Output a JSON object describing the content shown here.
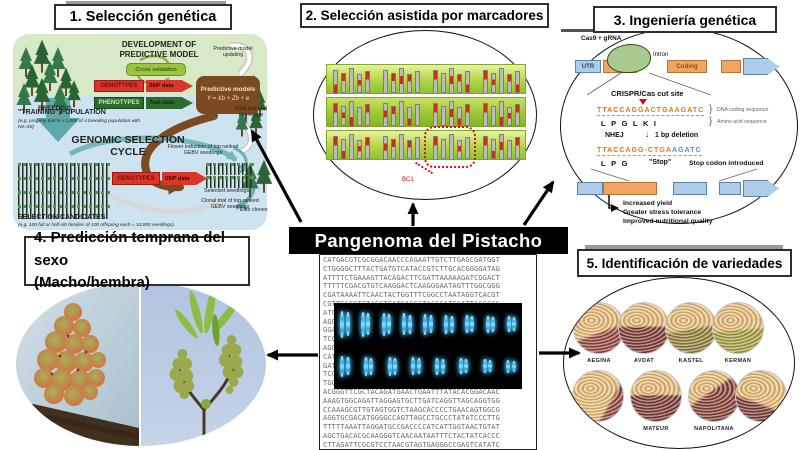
{
  "title_bar": {
    "text": "Pangenoma del Pistacho"
  },
  "sections": {
    "s1": {
      "header": "1. Selección genética",
      "dev_title": "DEVELOPMENT OF PREDICTIVE MODEL",
      "cross_validation": "Cross validation",
      "genotypes": "GENOTYPES",
      "snp_data": "SNP data",
      "phenotypes": "PHENOTYPES",
      "trait_data": "Trait data",
      "predictive_models": "Predictive models",
      "formula": "Y = Xb + Zb + e",
      "model_updating": "Predictive model updating",
      "field_trial": "Field trial and phenotype",
      "training_population": "\"TRAINING\" POPULATION",
      "training_note": "(e.g. progeny trial N ≈ 1,000 of a breeding population with Ne=50)",
      "breeding": "BREEDING",
      "cycle_title": "GENOMIC SELECTION CYCLE",
      "flower_induction": "Flower induction of top ranked GEBV seedlings",
      "selected_seedlings": "Selected seedlings",
      "clonal_trial": "Clonal trial of top ranked GEBV seedlings",
      "elite_clones": "Elite clones",
      "selection_candidates": "SELECTION CANDIDATES",
      "candidates_note": "(e.g. 100 full or half-sib families of 100 offspring each = 10,000 seedlings)"
    },
    "s2": {
      "header": "2. Selección asistida por marcadores",
      "callout_label": "BC1",
      "bands": [
        [
          [
            "b",
            "t",
            "g",
            "m",
            "t"
          ],
          [
            "g",
            "t",
            "m",
            "t",
            "g"
          ],
          [
            "t",
            "g",
            "m",
            "t",
            "b"
          ],
          [
            "t",
            "m",
            "g",
            "t",
            "b"
          ]
        ],
        [
          [
            "t",
            "m",
            "b",
            "g",
            "t"
          ],
          [
            "m",
            "t",
            "g",
            "b",
            "g"
          ],
          [
            "t",
            "g",
            "m",
            "b",
            "t"
          ],
          [
            "t",
            "g",
            "b",
            "m",
            "t"
          ]
        ],
        [
          [
            "t",
            "b",
            "g",
            "m",
            "t"
          ],
          [
            "m",
            "t",
            "g",
            "t",
            "g"
          ],
          [
            "t",
            "g",
            "g",
            "m",
            "g"
          ],
          [
            "t",
            "b",
            "m",
            "g",
            "t"
          ]
        ]
      ]
    },
    "s3": {
      "header": "3. Ingeniería genética",
      "cas_label": "Cas9 + gRNA",
      "utr": "UTR",
      "intron": "Intron",
      "coding": "Coding",
      "cut_site": "CRISPR/Cas cut site",
      "seq_before": "TTACCAGGACTGAAGATC",
      "dna_note": "DNA coding sequence",
      "aa_before": "LPGLKI",
      "aa_note": "Amino acid sequence",
      "nhej": "NHEJ",
      "down_arrow": "↓",
      "deletion": "1 bp deletion",
      "seq_after_orange": "TTACCAGG-CTGA",
      "seq_after_blue": "AGATC",
      "aa_after": "LPG",
      "stop": "\"Stop\"",
      "stop_note": "Stop codon introduced",
      "benefits": [
        "Increased yield",
        "Greater stress tolerance",
        "Improved nutritional quality"
      ]
    },
    "s4": {
      "header_line1": "4. Predicción temprana del sexo",
      "header_line2": "(Macho/hembra)"
    },
    "s5": {
      "header": "5. Identificación de variedades",
      "varieties": [
        {
          "name": "AEGINA",
          "accent": "#7d2b3c",
          "angle": 160,
          "split": 55
        },
        {
          "name": "AVDAT",
          "accent": "#5e1f33",
          "angle": 180,
          "split": 45
        },
        {
          "name": "KASTEL",
          "accent": "#79713a",
          "angle": 170,
          "split": 50
        },
        {
          "name": "KERMAN",
          "accent": "#8f9a3d",
          "angle": 175,
          "split": 52
        },
        {
          "name": "",
          "accent": "#7d2b3c",
          "angle": 120,
          "split": 68
        },
        {
          "name": "MATEUR",
          "accent": "#5e1f33",
          "angle": 180,
          "split": 46
        },
        {
          "name": "NAPOLITANA",
          "accent": "#6b2533",
          "angle": 145,
          "split": 40
        },
        {
          "name": "",
          "accent": "#5e1f33",
          "angle": 200,
          "split": 60
        }
      ]
    }
  },
  "genome_panel": {
    "dna_lines": [
      "CATGACGTCGCGGACAACCCAGAATTGTCTTGAGCGATGGT",
      "CTGGGGCTTTACTGATGTCATACCGTCTTGCACGGGGATAG",
      "ATTTTCTGAAAGTTACAGACTTCGATTAAAAAGATCGGACT",
      "TTTTTCGACGTGTCAAGGACTCAAGGGAATAGTTTGGCGGG",
      "CGATAAAATTCAACTACTGGTTTCGGCCTAATAGGTCACGT",
      "CGTTGGCGTCTAGCTGATCAGGCTACCGATCGATTAGGCGG",
      "ATCGGATTACCGGATCGGCTAAGGCTACCGGATTAGGCTCC",
      "AGCTTAGGCATCGGATCCGGTTAGCGATACCGGCTTAGCAT",
      "GGATCCGGATTAGCGGCTAACGGATCGCTTAGGCATCGGTC",
      "TCGGATTAGCGCATCGGCTTAGGCGATACCGATTAGGCTGT",
      "AGGCTTACGGATCGGATTAGCCGGCTTAGCGGATCCGATTA",
      "CATCGGCTTAGGCGATCCGGATTAGCGCATCGGCTTAGGCA",
      "GATTAGCCGGCTTAGCGGATCCGATTAGGCATCGGCTTAAT",
      "TCGGATTAGCGCATCGGCTTAGGCGATACCGATTAGGCTGT",
      "TGGCTTACGGATCGGATTAGCCGGCTTAGCGGATCCGATCG",
      "ACGGGTTCGCTACAGATGAACTGAATTTATACACGGACAAC",
      "AAAGTGGCAGATTAGGAGTGCTTGATCAGGTTAGCAGGTGG",
      "CCAAAGCGTTGTAGTGGTCTAAGCACCCCTGAACAGTGGCG",
      "AGGTGCGACATGGGGCCAGTTAGCCTGCCCTATATCCCTTG",
      "TTTTTAAATTAGGATGCCGACCCCATCATTGGTAACTGTAT",
      "AGCTGACACGCAAGGGTCAACAATAATTTCTACTATCACCC",
      "CTTAGATTCGCGTCCTAACGTAGTGAGGGCCGAGTCATATC"
    ],
    "karyotype_rows": [
      [
        27,
        25,
        23,
        22,
        21,
        19,
        18,
        17,
        16
      ],
      [
        21,
        19,
        19,
        18,
        17,
        16,
        14,
        13
      ]
    ]
  }
}
